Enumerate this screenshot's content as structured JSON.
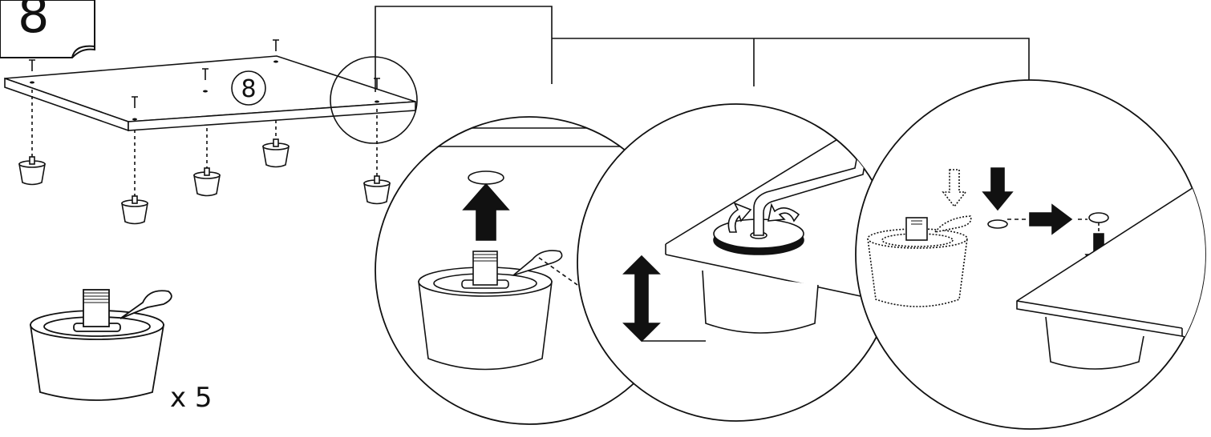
{
  "step": {
    "number": "8"
  },
  "overview": {
    "callout_label": "8"
  },
  "parts": {
    "quantity_label": "x 5",
    "leg_count": 5
  },
  "colors": {
    "line": "#111111",
    "fill": "#ffffff",
    "arrow": "#111111"
  },
  "icons": {
    "up_arrow": "arrow-up-icon",
    "height_arrow": "double-arrow-vertical-icon",
    "rotate": "rotate-arrows-icon",
    "down_arrow": "arrow-down-icon",
    "right_arrow": "arrow-right-icon",
    "hex_key": "hex-key-icon"
  }
}
